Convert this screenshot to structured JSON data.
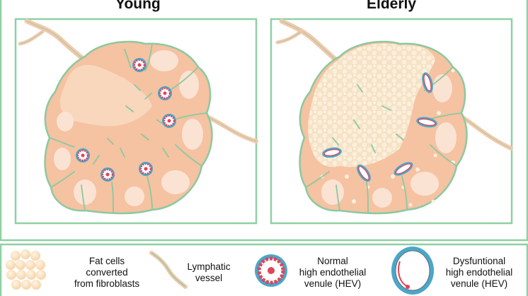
{
  "panels": {
    "young": {
      "title": "Young"
    },
    "elderly": {
      "title": "Elderly"
    }
  },
  "legend": {
    "fat_cells": {
      "line1": "Fat cells",
      "line2": "converted",
      "line3": "from fibroblasts"
    },
    "lymphatic": {
      "line1": "Lymphatic",
      "line2": "vessel"
    },
    "normal_hev": {
      "line1": "Normal",
      "line2": "high endothelial",
      "line3": "venule (HEV)"
    },
    "dysfunctional_hev": {
      "line1": "Dysfuntional",
      "line2": "high endothelial",
      "line3": "venule (HEV)"
    }
  },
  "colors": {
    "frame": "#8fd0a4",
    "tissue": "#f5c2a2",
    "tissue_light": "#f8dcc6",
    "outline": "#8cc9a0",
    "follicle": "#fbe3d3",
    "fat": "#fbe7c8",
    "hev_ring": "#4aa7c9",
    "hev_red": "#e0445a"
  }
}
